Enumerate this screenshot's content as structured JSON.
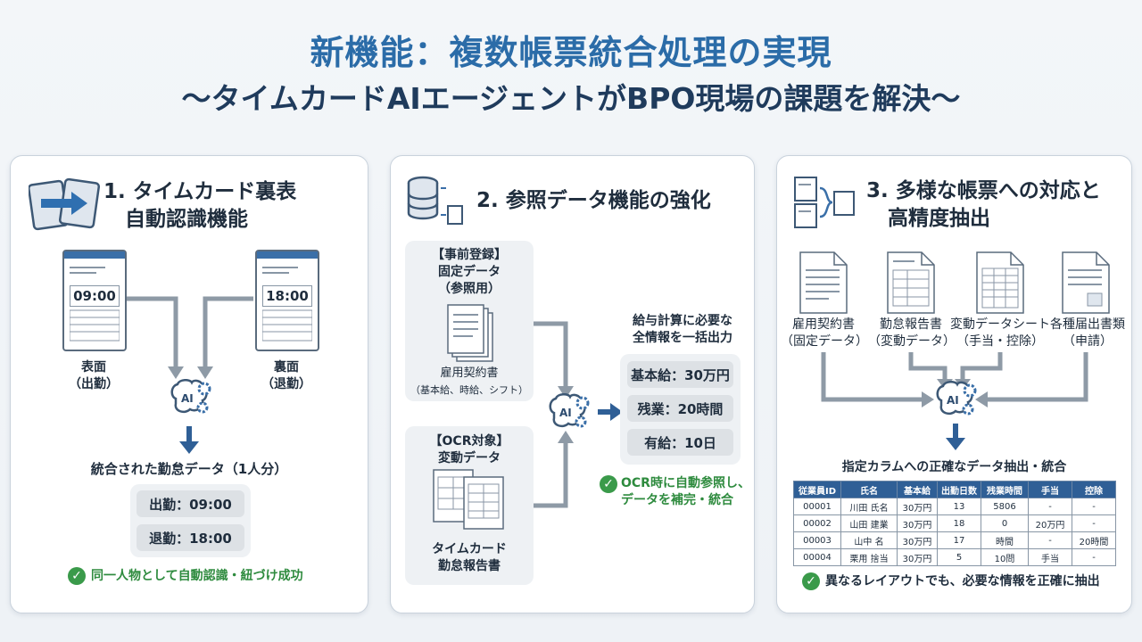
{
  "title_main": "新機能：複数帳票統合処理の実現",
  "title_sub": "〜タイムカードAIエージェントがBPO現場の課題を解決〜",
  "icons": {
    "ai": "AI"
  },
  "panel1": {
    "title_line1": "1. タイムカード裏表",
    "title_line2": "自動認識機能",
    "card_front_time": "09:00",
    "card_back_time": "18:00",
    "front_label_1": "表面",
    "front_label_2": "（出勤）",
    "back_label_1": "裏面",
    "back_label_2": "（退勤）",
    "result_label": "統合された勤怠データ（1人分）",
    "result_in": "出勤：09:00",
    "result_out": "退勤：18:00",
    "note": "同一人物として自動認識・紐づけ成功"
  },
  "panel2": {
    "title": "2. 参照データ機能の強化",
    "fixed_head_1": "【事前登録】",
    "fixed_head_2": "固定データ",
    "fixed_head_3": "（参照用）",
    "fixed_doc_1": "雇用契約書",
    "fixed_doc_2": "（基本給、時給、シフト）",
    "ocr_head_1": "【OCR対象】",
    "ocr_head_2": "変動データ",
    "ocr_doc_1": "タイムカード",
    "ocr_doc_2": "勤怠報告書",
    "output_label_1": "給与計算に必要な",
    "output_label_2": "全情報を一括出力",
    "out_1": "基本給：30万円",
    "out_2": "残業：20時間",
    "out_3": "有給：10日",
    "note_1": "OCR時に自動参照し、",
    "note_2": "データを補完・統合"
  },
  "panel3": {
    "title_line1": "3. 多様な帳票への対応と",
    "title_line2": "高精度抽出",
    "docs": [
      {
        "l1": "雇用契約書",
        "l2": "（固定データ）"
      },
      {
        "l1": "勤怠報告書",
        "l2": "（変動データ）"
      },
      {
        "l1": "変動データシート",
        "l2": "（手当・控除）"
      },
      {
        "l1": "各種届出書類",
        "l2": "（申請）"
      }
    ],
    "extract_label": "指定カラムへの正確なデータ抽出・統合",
    "table": {
      "headers": [
        "従業員ID",
        "氏名",
        "基本給",
        "出勤日数",
        "残業時間",
        "手当",
        "控除"
      ],
      "rows": [
        [
          "00001",
          "川田 氏名",
          "30万円",
          "13",
          "5806",
          "-",
          "-"
        ],
        [
          "00002",
          "山田 建業",
          "30万円",
          "18",
          "0",
          "20万円",
          "-"
        ],
        [
          "00003",
          "山中 名",
          "30万円",
          "17",
          "時間",
          "-",
          "20時間"
        ],
        [
          "00004",
          "栗用 捨当",
          "30万円",
          "5",
          "10問",
          "手当",
          "-"
        ]
      ]
    },
    "note": "異なるレイアウトでも、必要な情報を正確に抽出"
  },
  "colors": {
    "accent": "#2b6ca8",
    "arrow_blue": "#2f5f96",
    "arrow_gray": "#8e9aa6",
    "check_green": "#3a9a4a"
  }
}
